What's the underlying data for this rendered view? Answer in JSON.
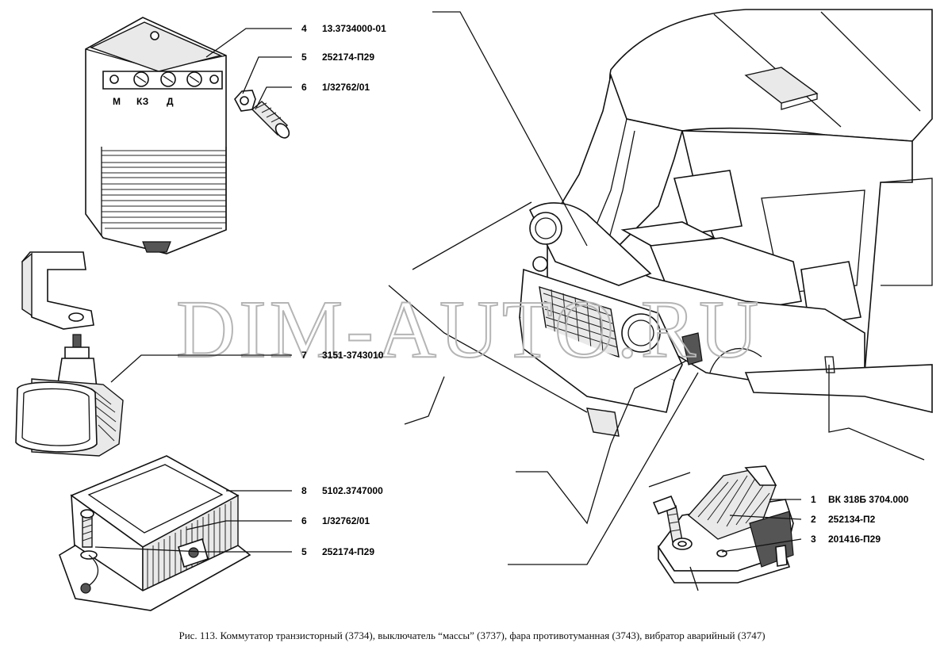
{
  "watermark": "DIM-AUTO.RU",
  "caption": "Рис. 113. Коммутатор транзисторный (3734), выключатель “массы” (3737), фара противотуманная (3743), вибратор аварийный (3747)",
  "module_markings": [
    "М",
    "КЗ",
    "Д"
  ],
  "callouts": [
    {
      "num": "4",
      "code": "13.3734000-01"
    },
    {
      "num": "5",
      "code": "252174-П29"
    },
    {
      "num": "6",
      "code": "1/32762/01"
    },
    {
      "num": "7",
      "code": "3151-3743010"
    },
    {
      "num": "8",
      "code": "5102.3747000"
    },
    {
      "num": "6",
      "code": "1/32762/01"
    },
    {
      "num": "5",
      "code": "252174-П29"
    },
    {
      "num": "1",
      "code": "ВК 318Б 3704.000"
    },
    {
      "num": "2",
      "code": "252134-П2"
    },
    {
      "num": "3",
      "code": "201416-П29"
    }
  ]
}
